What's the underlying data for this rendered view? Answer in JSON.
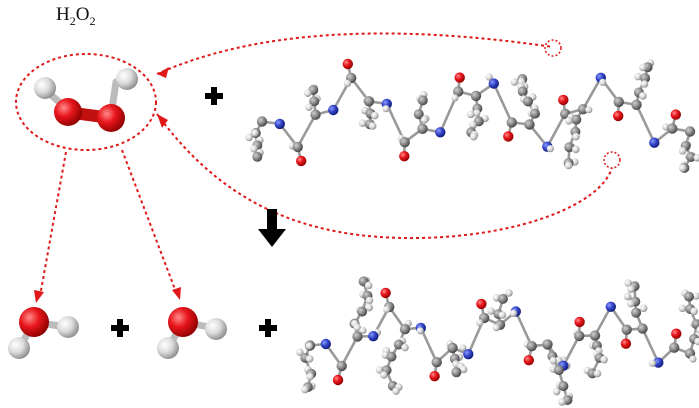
{
  "reactant": {
    "formula_base_1": "H",
    "formula_sub_1": "2",
    "formula_base_2": "O",
    "formula_sub_2": "2"
  },
  "operators": {
    "plus": "+",
    "arrow_direction": "down"
  },
  "colors": {
    "oxygen": "#e8161c",
    "hydrogen": "#d9d9d9",
    "carbon": "#8c8c8c",
    "nitrogen": "#3142c6",
    "dashed_line": "#e01818",
    "operator": "#000000"
  },
  "icons": [
    "h2o2-molecule",
    "water-molecule",
    "peptide-molecule",
    "plus-sign",
    "down-arrow-icon"
  ]
}
